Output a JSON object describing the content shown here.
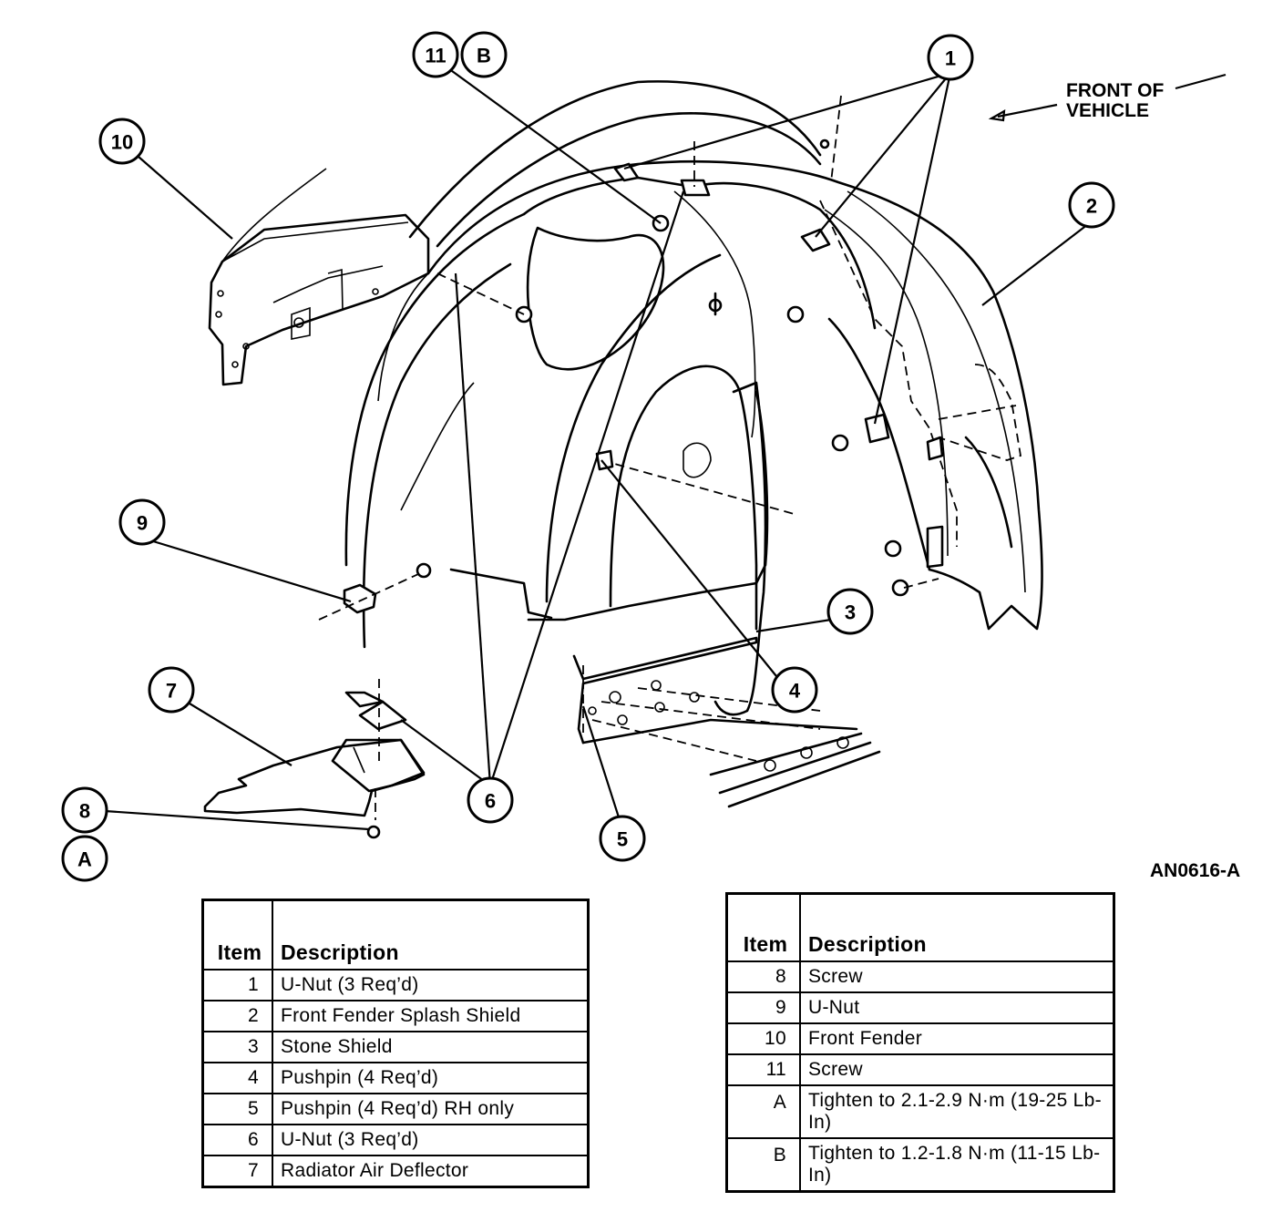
{
  "diagram": {
    "callouts": [
      "1",
      "2",
      "3",
      "4",
      "5",
      "6",
      "7",
      "8",
      "9",
      "10",
      "11",
      "A",
      "B"
    ],
    "direction_label_line1": "FRONT OF",
    "direction_label_line2": "VEHICLE",
    "figure_code": "AN0616-A"
  },
  "table_left": {
    "header": {
      "item": "Item",
      "description": "Description"
    },
    "rows": [
      {
        "item": "1",
        "description": "U-Nut (3 Req’d)"
      },
      {
        "item": "2",
        "description": "Front Fender Splash Shield"
      },
      {
        "item": "3",
        "description": "Stone Shield"
      },
      {
        "item": "4",
        "description": "Pushpin (4 Req’d)"
      },
      {
        "item": "5",
        "description": "Pushpin (4 Req’d) RH only"
      },
      {
        "item": "6",
        "description": "U-Nut (3 Req’d)"
      },
      {
        "item": "7",
        "description": "Radiator Air Deflector"
      }
    ]
  },
  "table_right": {
    "header": {
      "item": "Item",
      "description": "Description"
    },
    "rows": [
      {
        "item": "8",
        "description": "Screw"
      },
      {
        "item": "9",
        "description": "U-Nut"
      },
      {
        "item": "10",
        "description": "Front Fender"
      },
      {
        "item": "11",
        "description": "Screw"
      },
      {
        "item": "A",
        "description": "Tighten to 2.1-2.9 N·m (19-25 Lb-In)"
      },
      {
        "item": "B",
        "description": "Tighten to 1.2-1.8 N·m (11-15 Lb-In)"
      }
    ]
  }
}
